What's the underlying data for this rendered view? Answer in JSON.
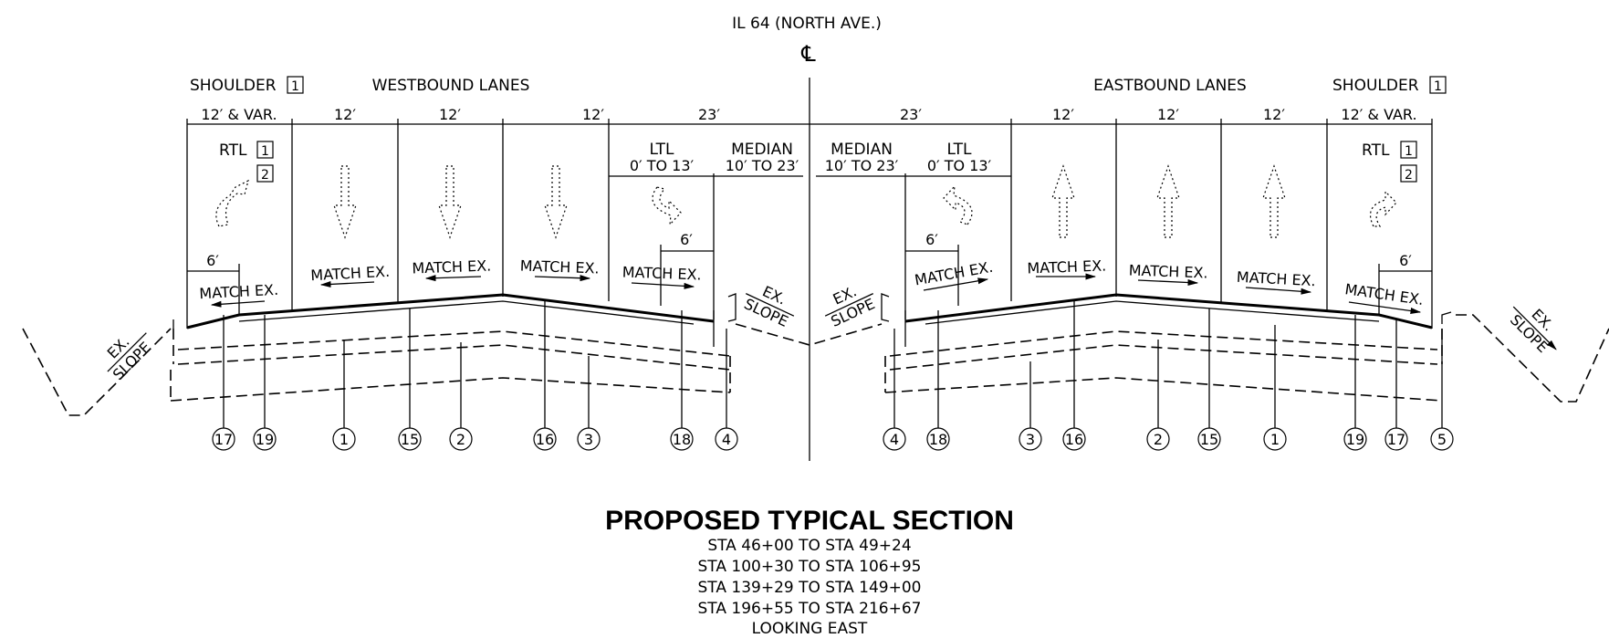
{
  "header": {
    "road_name": "IL 64 (NORTH AVE.)",
    "centerline_symbol": "℄"
  },
  "groups": {
    "shoulder_label": "SHOULDER",
    "westbound": "WESTBOUND LANES",
    "eastbound": "EASTBOUND LANES",
    "note_1": "1",
    "note_2": "2"
  },
  "widths": {
    "shoulder": "12′ & VAR.",
    "lane": "12′",
    "lane_23": "23′",
    "six_ft": "6′"
  },
  "sub_labels": {
    "rtl": "RTL",
    "ltl": "LTL",
    "ltl_range": "0′ TO 13′",
    "median": "MEDIAN",
    "median_range": "10′ TO 23′"
  },
  "slopes": {
    "match_ex": "MATCH EX.",
    "ex": "EX.",
    "slope": "SLOPE"
  },
  "callouts": [
    "17",
    "19",
    "1",
    "15",
    "2",
    "16",
    "3",
    "18",
    "4",
    "4",
    "18",
    "3",
    "16",
    "2",
    "15",
    "1",
    "19",
    "17",
    "5"
  ],
  "footer": {
    "title": "PROPOSED TYPICAL SECTION",
    "stations": [
      "STA 46+00 TO STA 49+24",
      "STA 100+30 TO STA 106+95",
      "STA 139+29 TO STA 149+00",
      "STA 196+55 TO STA 216+67"
    ],
    "looking": "LOOKING EAST"
  }
}
